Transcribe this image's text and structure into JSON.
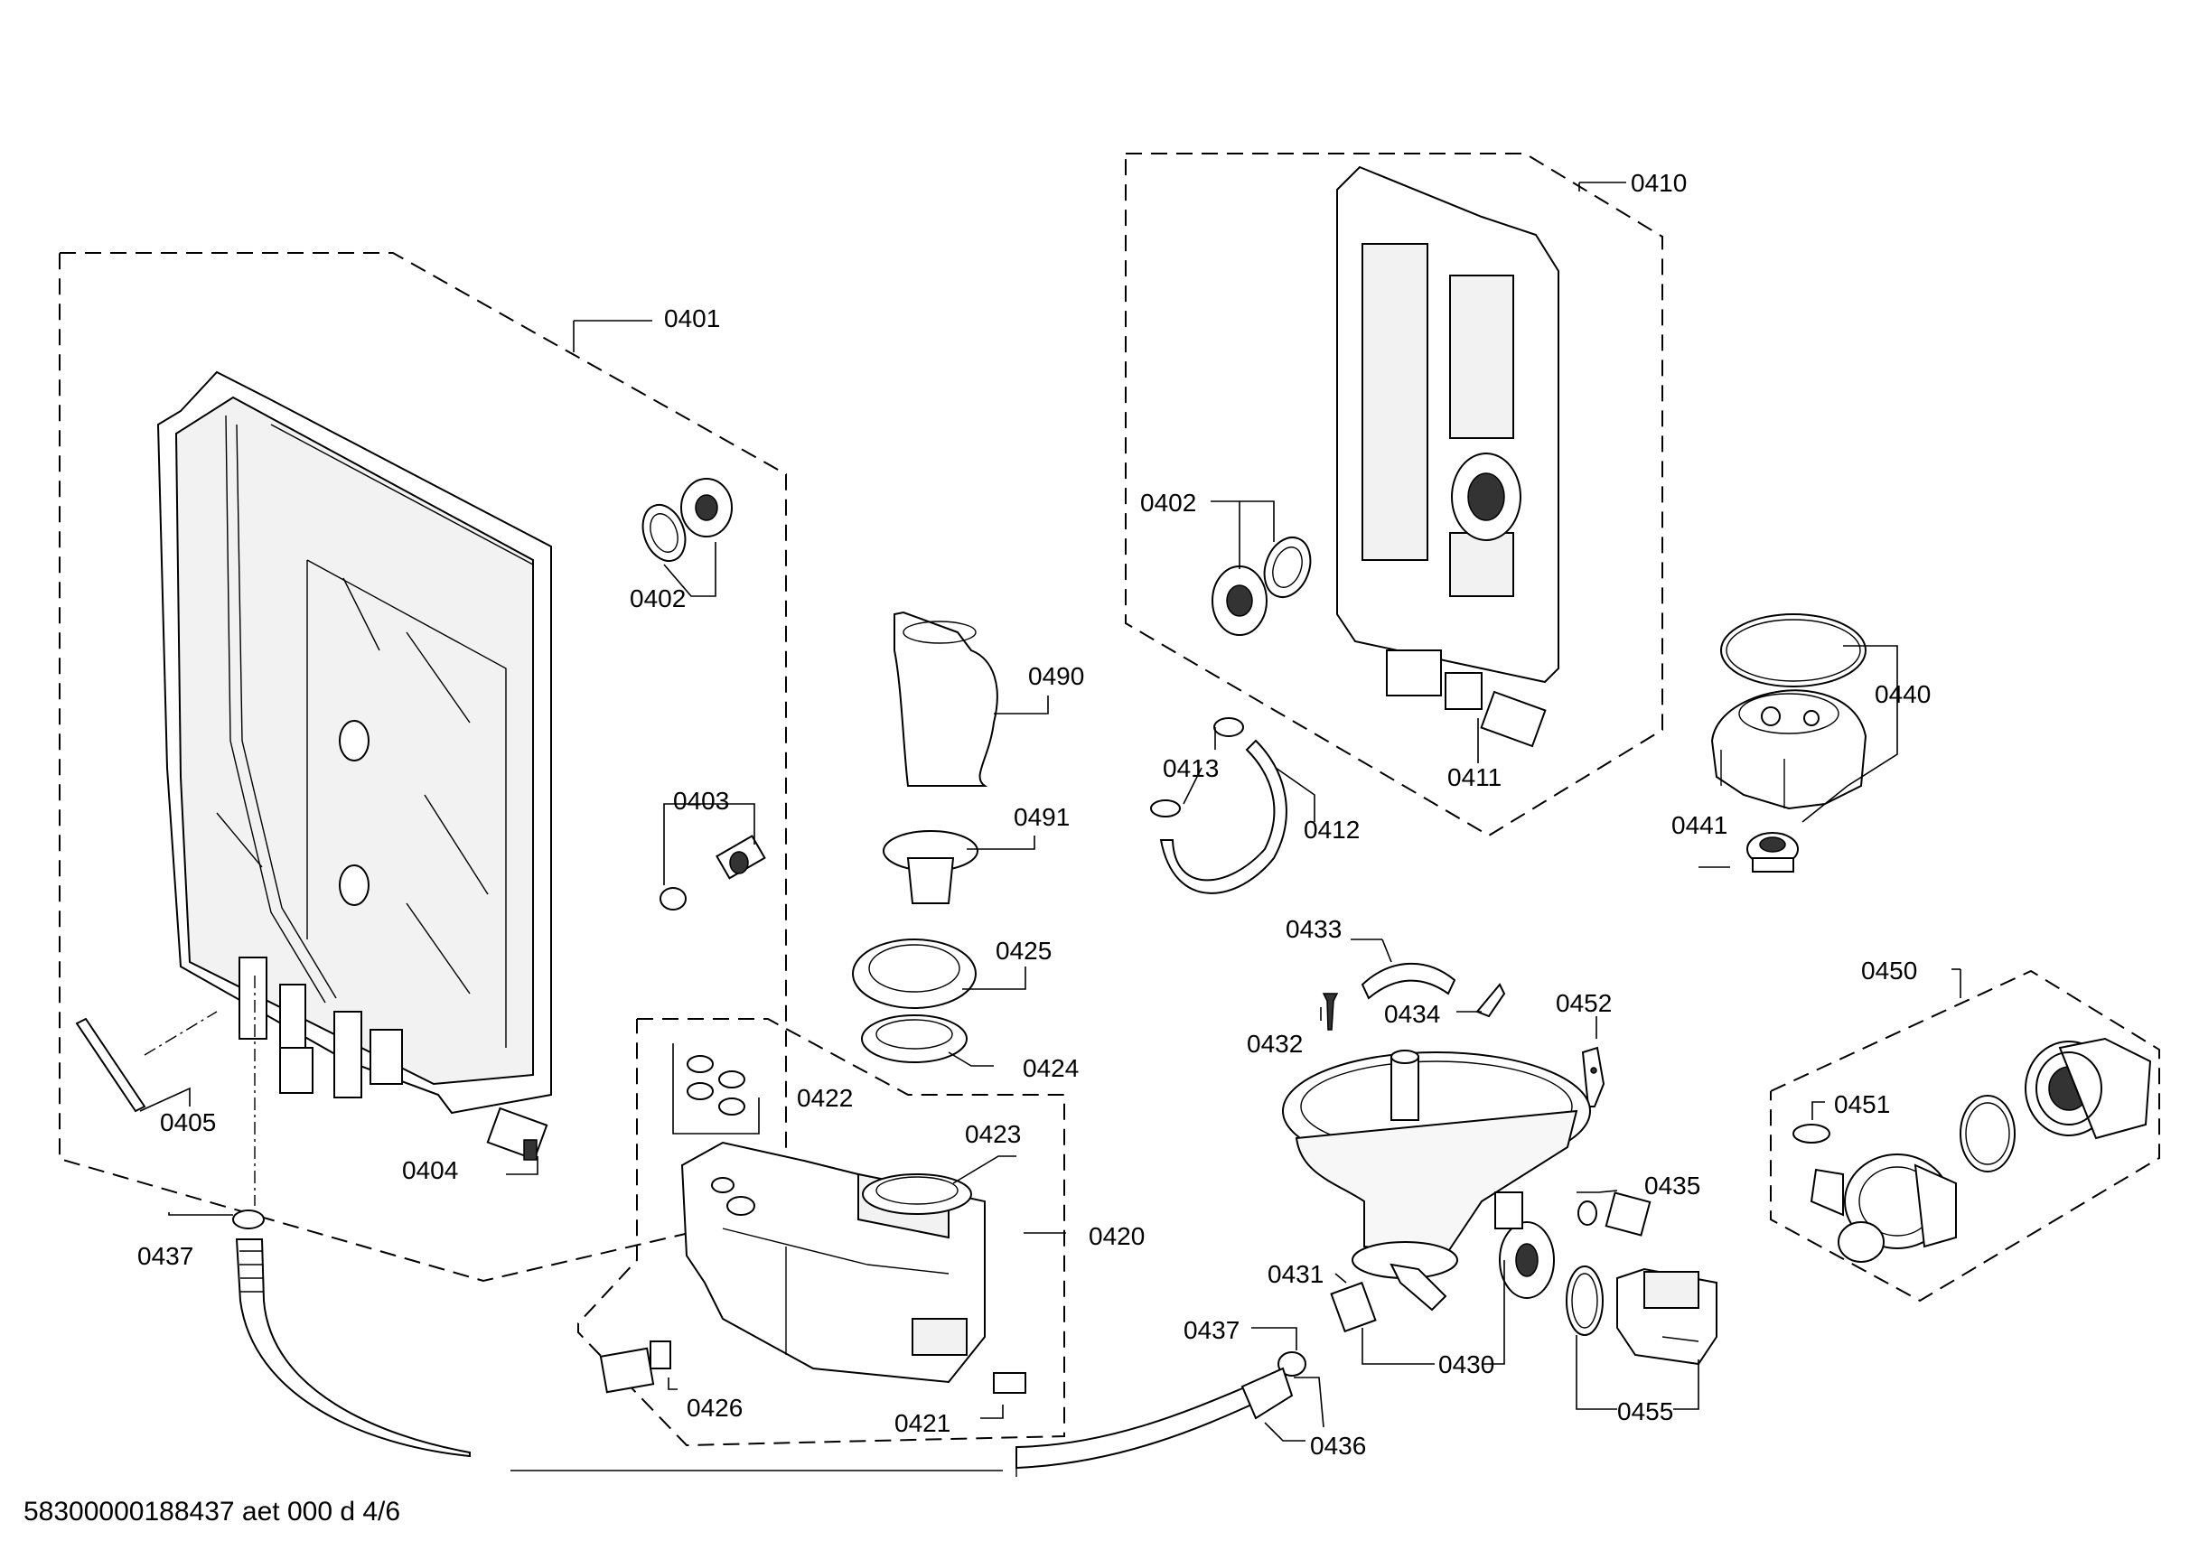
{
  "footer": {
    "document_code": "58300000188437 aet 000 d 4/6"
  },
  "labels": {
    "l0401": "0401",
    "l0402a": "0402",
    "l0403": "0403",
    "l0404": "0404",
    "l0405": "0405",
    "l0437a": "0437",
    "l0410": "0410",
    "l0402b": "0402",
    "l0411": "0411",
    "l0412": "0412",
    "l0413": "0413",
    "l0490": "0490",
    "l0491": "0491",
    "l0425": "0425",
    "l0424": "0424",
    "l0422": "0422",
    "l0423": "0423",
    "l0420": "0420",
    "l0426": "0426",
    "l0421": "0421",
    "l0440": "0440",
    "l0441": "0441",
    "l0433": "0433",
    "l0434": "0434",
    "l0432": "0432",
    "l0452": "0452",
    "l0435": "0435",
    "l0431": "0431",
    "l0437b": "0437",
    "l0430": "0430",
    "l0436": "0436",
    "l0455": "0455",
    "l0450": "0450",
    "l0451": "0451"
  }
}
